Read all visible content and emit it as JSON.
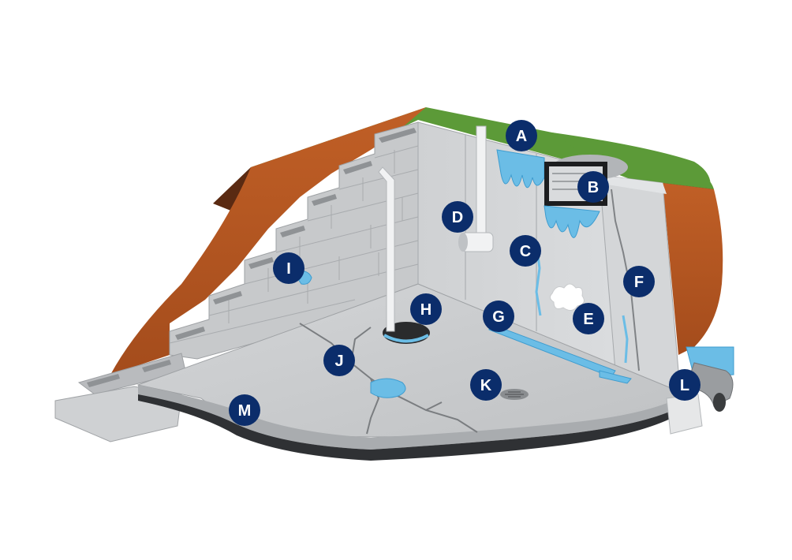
{
  "colors": {
    "marker_fill": "#0b2d6b",
    "marker_text": "#ffffff",
    "grass": "#5c9a38",
    "soil": "#b75a24",
    "concrete": "#c8cacc",
    "water": "#6bbde6",
    "background": "#ffffff"
  },
  "markers": [
    {
      "id": "A",
      "label": "A"
    },
    {
      "id": "B",
      "label": "B"
    },
    {
      "id": "C",
      "label": "C"
    },
    {
      "id": "D",
      "label": "D"
    },
    {
      "id": "E",
      "label": "E"
    },
    {
      "id": "F",
      "label": "F"
    },
    {
      "id": "G",
      "label": "G"
    },
    {
      "id": "H",
      "label": "H"
    },
    {
      "id": "I",
      "label": "I"
    },
    {
      "id": "J",
      "label": "J"
    },
    {
      "id": "K",
      "label": "K"
    },
    {
      "id": "L",
      "label": "L"
    },
    {
      "id": "M",
      "label": "M"
    }
  ],
  "icons": {
    "window": "window-well-icon",
    "pipe": "downspout-pipe-icon",
    "drain": "floor-drain-icon",
    "mold": "efflorescence-icon",
    "sump": "sump-pit-icon"
  }
}
